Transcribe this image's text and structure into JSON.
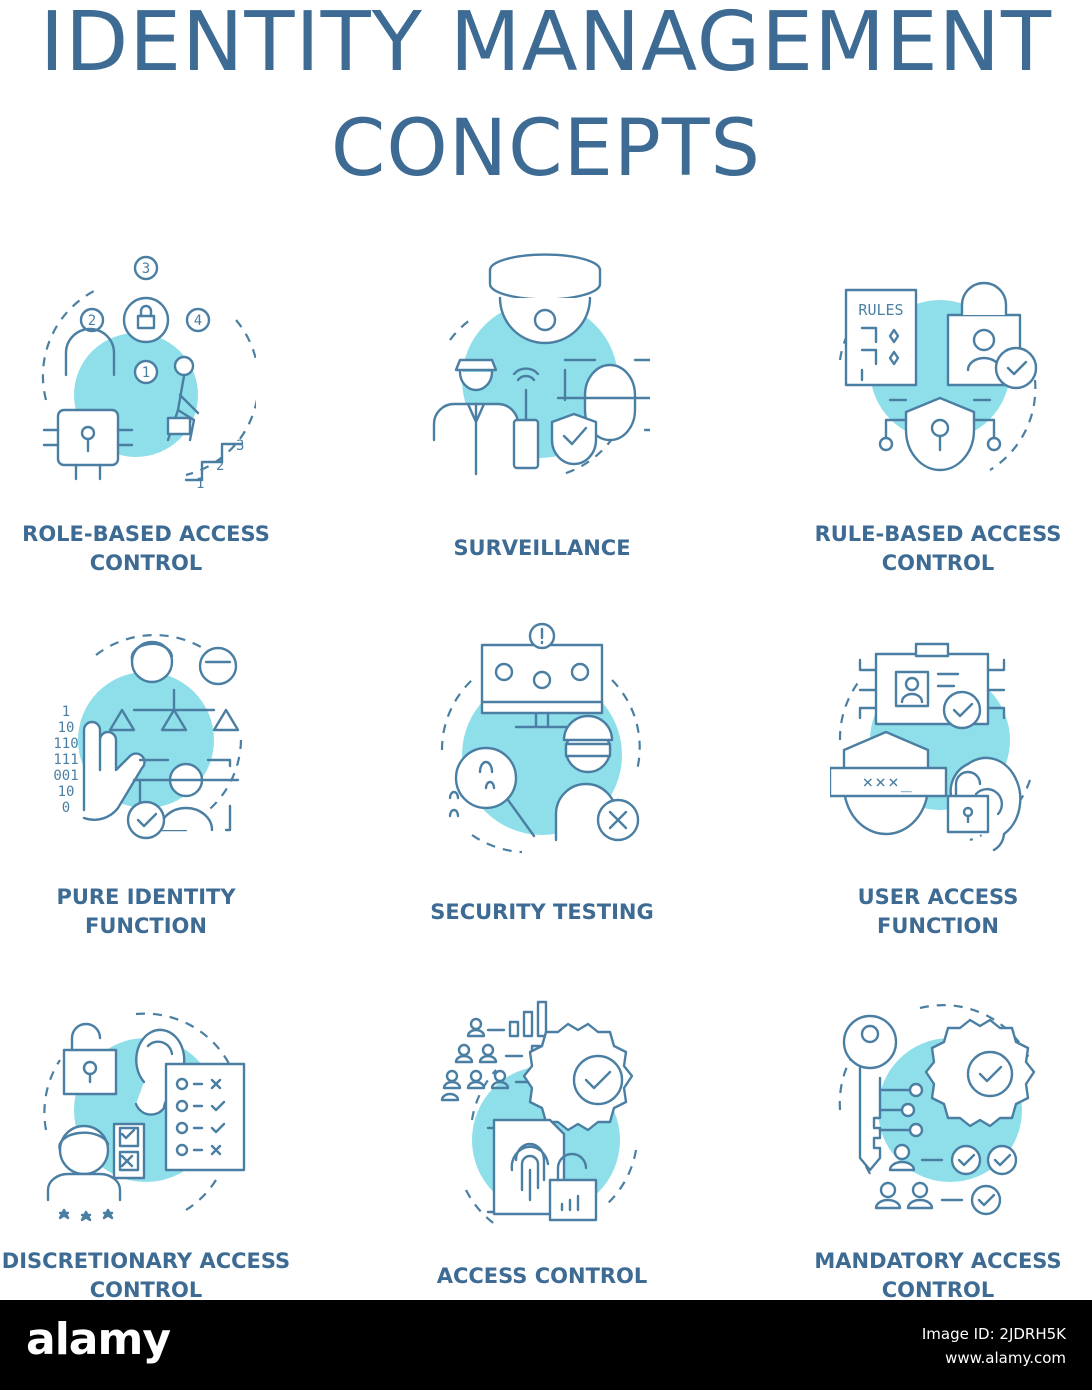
{
  "title": {
    "line1": "IDENTITY MANAGEMENT",
    "line2": "CONCEPTS"
  },
  "concepts": [
    {
      "label": "ROLE-BASED ACCESS\nCONTROL",
      "icon": "role-based-access-icon"
    },
    {
      "label": "SURVEILLANCE",
      "icon": "surveillance-icon"
    },
    {
      "label": "RULE-BASED ACCESS\nCONTROL",
      "icon": "rule-based-access-icon"
    },
    {
      "label": "PURE IDENTITY\nFUNCTION",
      "icon": "pure-identity-icon"
    },
    {
      "label": "SECURITY TESTING",
      "icon": "security-testing-icon"
    },
    {
      "label": "USER ACCESS\nFUNCTION",
      "icon": "user-access-icon"
    },
    {
      "label": "DISCRETIONARY ACCESS\nCONTROL",
      "icon": "discretionary-access-icon"
    },
    {
      "label": "ACCESS CONTROL",
      "icon": "access-control-icon"
    },
    {
      "label": "MANDATORY ACCESS\nCONTROL",
      "icon": "mandatory-access-icon"
    }
  ],
  "icon_text": {
    "rules_sign": "RULES",
    "stair_1": "1",
    "stair_2": "2",
    "stair_3": "3",
    "cycle_1": "1",
    "cycle_2": "2",
    "cycle_3": "3",
    "cycle_4": "4",
    "binary": [
      "1",
      "10",
      "110",
      "111",
      "001",
      "10",
      "0"
    ],
    "password": "×××_"
  },
  "footer": {
    "brand": "alamy",
    "image_id_line": "Image ID: 2JDRH5K",
    "url_line": "www.alamy.com"
  },
  "colors": {
    "title": "#3d6b93",
    "stroke": "#4a7fa3",
    "accent": "#8fdfea",
    "footer_bg": "#000000"
  }
}
